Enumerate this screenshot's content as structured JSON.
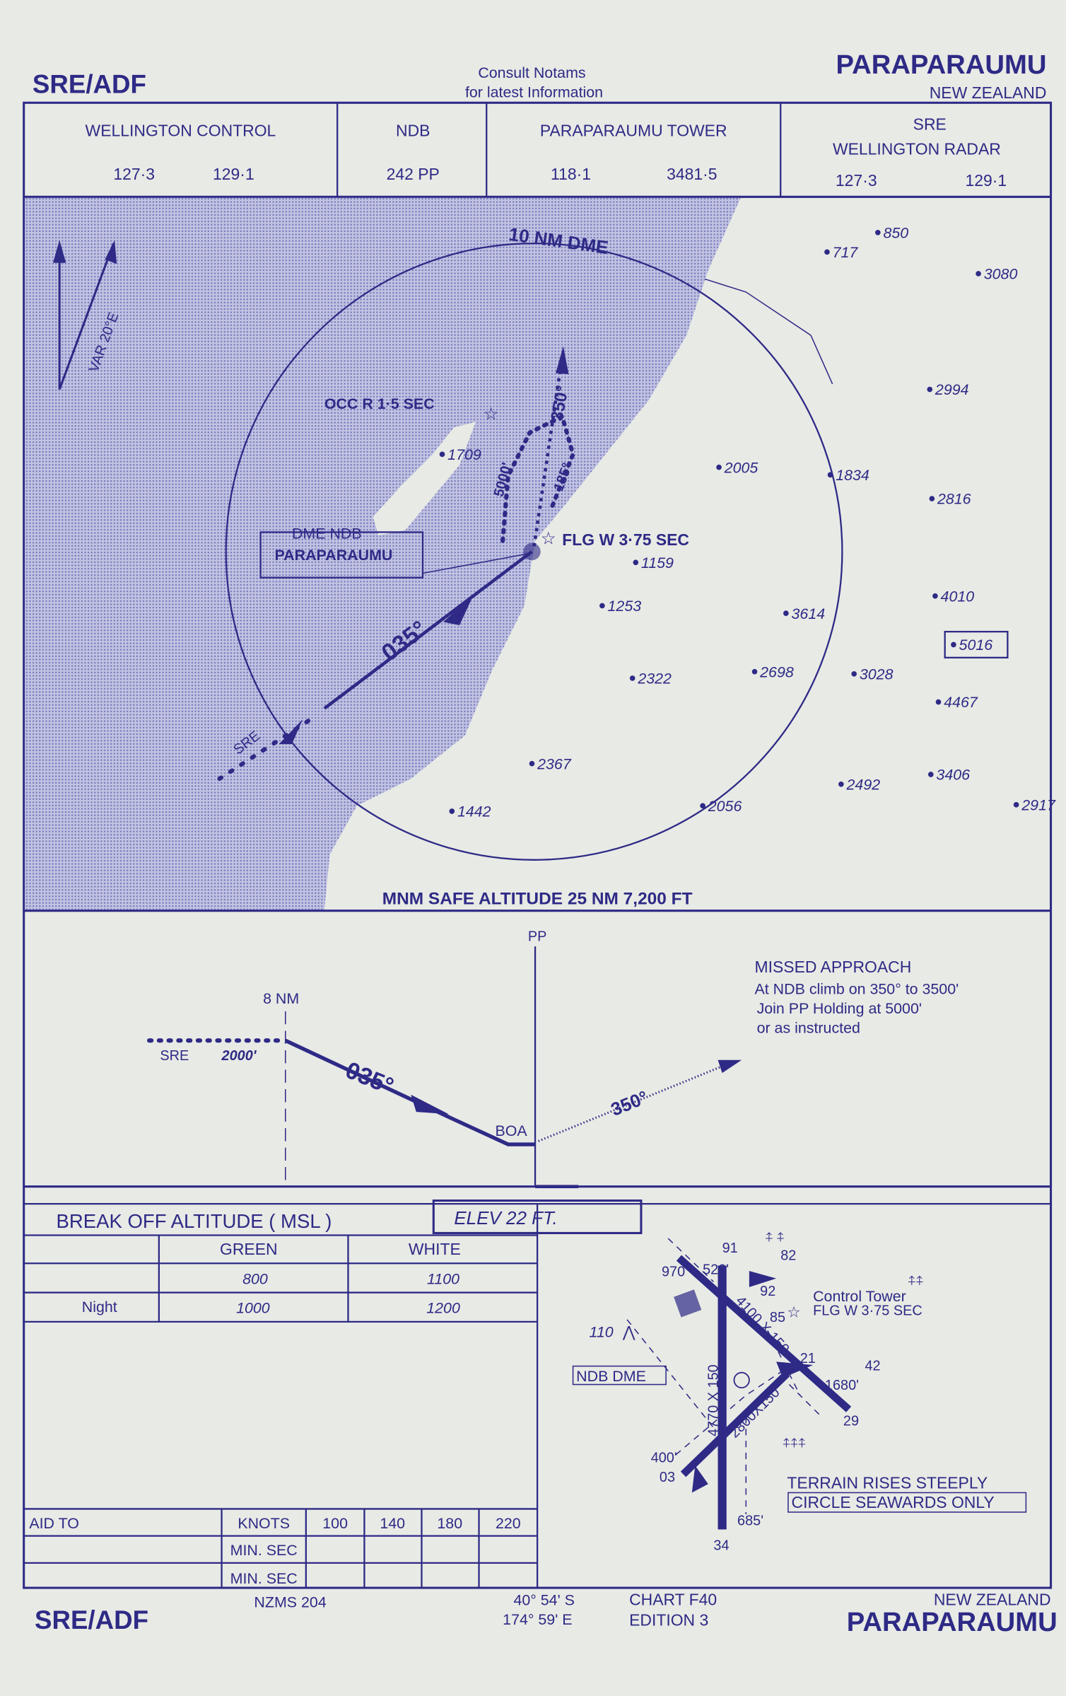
{
  "header": {
    "procedure": "SRE/ADF",
    "notice_line1": "Consult  Notams",
    "notice_line2": "for  latest  Information",
    "airport": "PARAPARAUMU",
    "country": "NEW ZEALAND"
  },
  "frequencies": [
    {
      "title": "WELLINGTON  CONTROL",
      "title2": "",
      "f1": "127·3",
      "f2": "129·1"
    },
    {
      "title": "NDB",
      "title2": "",
      "f1": "242  PP",
      "f2": ""
    },
    {
      "title": "PARAPARAUMU  TOWER",
      "title2": "",
      "f1": "118·1",
      "f2": "3481·5"
    },
    {
      "title": "SRE",
      "title2": "WELLINGTON   RADAR",
      "f1": "127·3",
      "f2": "129·1"
    }
  ],
  "plan": {
    "var": "VAR  20°E",
    "dme_ring": "10 NM DME",
    "light": "OCC  R  1·5 SEC",
    "flg": "FLG  W  3·75  SEC",
    "nav_box_line1": "DME   NDB",
    "nav_box_line2": "PARAPARAUMU",
    "inbound_course": "035°",
    "missed_course": "350°",
    "hold_alt": "5000'",
    "hold_out": "185°",
    "sre": "SRE",
    "msa": "MNM SAFE ALTITUDE 25 NM   7,200 FT",
    "spot_heights": [
      "850",
      "717",
      "3080",
      "2994",
      "2005",
      "1834",
      "2816",
      "1159",
      "4010",
      "1253",
      "3614",
      "5016",
      "2322",
      "2698",
      "3028",
      "4467",
      "2367",
      "3406",
      "2492",
      "2056",
      "1442",
      "2917",
      "1709"
    ]
  },
  "profile": {
    "pp": "PP",
    "fix": "8 NM",
    "sre": "SRE",
    "alt": "2000'",
    "course": "035°",
    "boa": "BOA",
    "missed_course": "350°",
    "missed_title": "MISSED  APPROACH",
    "missed_line1": "At NDB  climb  on 350° to  3500'",
    "missed_line2": "Join  PP   Holding  at  5000'",
    "missed_line3": "or  as  instructed"
  },
  "boa_table": {
    "title": "BREAK  OFF  ALTITUDE  ( MSL )",
    "elev": "ELEV      22      FT.",
    "headers": [
      "",
      "GREEN",
      "WHITE"
    ],
    "rows": [
      [
        "",
        "800",
        "1100"
      ],
      [
        "Night",
        "1000",
        "1200"
      ]
    ]
  },
  "aid_table": {
    "headers": [
      "AID TO",
      "KNOTS",
      "100",
      "140",
      "180",
      "220"
    ],
    "rows": [
      [
        "",
        "MIN. SEC",
        "",
        "",
        "",
        ""
      ],
      [
        "",
        "MIN. SEC",
        "",
        "",
        "",
        ""
      ]
    ]
  },
  "aerodrome": {
    "tower": "Control Tower",
    "tower_light": "FLG  W  3·75  SEC",
    "ndb_dme": "NDB DME",
    "ndb_elev": "110",
    "rwy_main": "4770 X 150",
    "rwy_cross": "4100 X 150",
    "rwy_short": "2800X150",
    "labels": [
      "91",
      "520'",
      "970'",
      "82",
      "92",
      "85",
      "42",
      "21",
      "1680'",
      "29",
      "400'",
      "03",
      "685'",
      "34"
    ],
    "terrain": "TERRAIN  RISES  STEEPLY",
    "circle": "CIRCLE SEAWARDS  ONLY"
  },
  "footer": {
    "procedure": "SRE/ADF",
    "map": "NZMS   204",
    "lat": "40°  54' S",
    "lon": "174°  59' E",
    "chart": "CHART  F40",
    "edition": "EDITION  3",
    "country": "NEW  ZEALAND",
    "airport": "PARAPARAUMU"
  },
  "colors": {
    "ink": "#2e2a86",
    "paper": "#e8eae5",
    "sea": "#a9abd6"
  }
}
